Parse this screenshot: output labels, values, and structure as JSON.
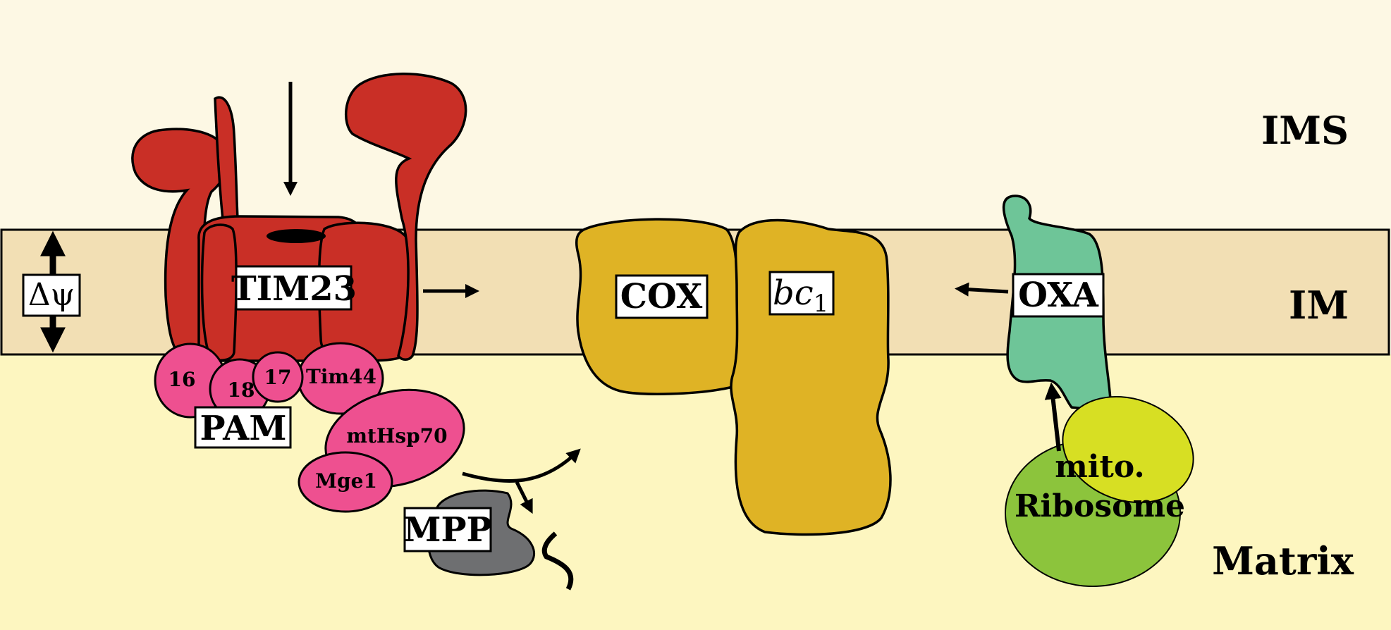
{
  "regions": {
    "ims": "IMS",
    "im": "IM",
    "matrix": "Matrix"
  },
  "potential_label": "Δψ",
  "tim23": {
    "label": "TIM23"
  },
  "pam": {
    "label": "PAM",
    "tim16": "16",
    "tim18": "18",
    "tim17": "17",
    "tim44": "Tim44",
    "mthsp70": "mtHsp70",
    "mge1": "Mge1"
  },
  "mpp": {
    "label": "MPP"
  },
  "cox": {
    "label": "COX"
  },
  "bc1": {
    "label_main": "bc",
    "label_sub": "1"
  },
  "oxa": {
    "label": "OXA"
  },
  "ribosome": {
    "line1": "mito.",
    "line2": "Ribosome"
  },
  "colors": {
    "ims_bg": "#fdf8e4",
    "membrane": "#f2dfb4",
    "matrix_bg": "#fdf6c0",
    "tim23": "#c92f26",
    "pam": "#ee5090",
    "mpp": "#6e6f71",
    "complex3_4": "#dfb325",
    "oxa": "#6ec598",
    "ribosome_large": "#8cc43c",
    "ribosome_small": "#d7df23"
  }
}
